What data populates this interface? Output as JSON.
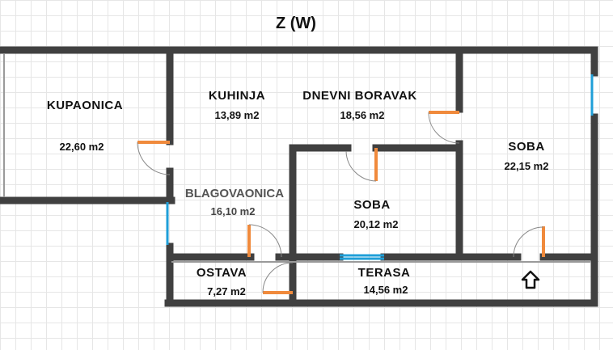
{
  "title": "Z (W)",
  "colors": {
    "wall": "#404040",
    "door": "#f08a3c",
    "window": "#1f9fd8",
    "grid": "#e6e6e6",
    "background": "#ffffff"
  },
  "rooms": [
    {
      "id": "kupaonica",
      "name": "KUPAONICA",
      "area": "22,60 m2"
    },
    {
      "id": "kuhinja",
      "name": "KUHINJA",
      "area": "13,89 m2"
    },
    {
      "id": "dnevni-boravak",
      "name": "DNEVNI BORAVAK",
      "area": "18,56 m2"
    },
    {
      "id": "soba-east",
      "name": "SOBA",
      "area": "22,15 m2"
    },
    {
      "id": "blagovaonica",
      "name": "BLAGOVAONICA",
      "area": "16,10 m2"
    },
    {
      "id": "soba-center",
      "name": "SOBA",
      "area": "20,12 m2"
    },
    {
      "id": "ostava",
      "name": "OSTAVA",
      "area": "7,27 m2"
    },
    {
      "id": "terasa",
      "name": "TERASA",
      "area": "14,56 m2"
    }
  ],
  "icons": {
    "entrance": "up-arrow-icon"
  }
}
